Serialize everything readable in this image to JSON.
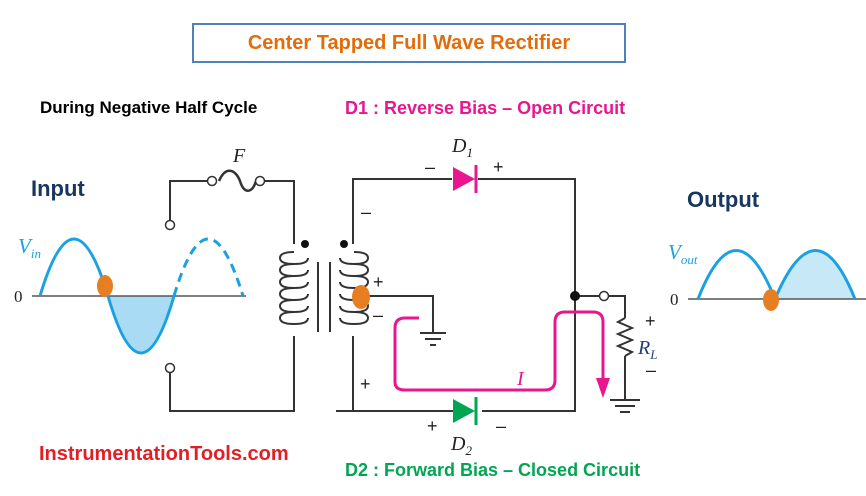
{
  "title": "Center Tapped Full Wave Rectifier",
  "phase_label": "During Negative Half Cycle",
  "diodes": {
    "d1": {
      "name": "D",
      "subscript": "1",
      "status": "D1 : Reverse  Bias – Open Circuit",
      "left_polarity": "–",
      "right_polarity": "+",
      "color": "#e8168f"
    },
    "d2": {
      "name": "D",
      "subscript": "2",
      "status": "D2 : Forward Bias – Closed Circuit",
      "left_polarity": "+",
      "right_polarity": "–",
      "color": "#00a651"
    }
  },
  "input": {
    "label": "Input",
    "voltage_symbol": "V",
    "voltage_subscript": "in",
    "zero_label": "0"
  },
  "output": {
    "label": "Output",
    "voltage_symbol": "V",
    "voltage_subscript": "out",
    "zero_label": "0"
  },
  "fuse_label": "F",
  "load": {
    "symbol": "R",
    "subscript": "L",
    "top_polarity": "+",
    "bottom_polarity": "–"
  },
  "current_label": "I",
  "secondary_polarity": {
    "top": "–",
    "center_plus": "+",
    "center_minus": "–",
    "bottom": "+"
  },
  "brand": "InstrumentationTools.com",
  "colors": {
    "wave": "#1ba1e2",
    "wave_fill": "#a9dcf4",
    "current_path": "#e8168f",
    "marker": "#e67e22",
    "wire": "#333333"
  }
}
